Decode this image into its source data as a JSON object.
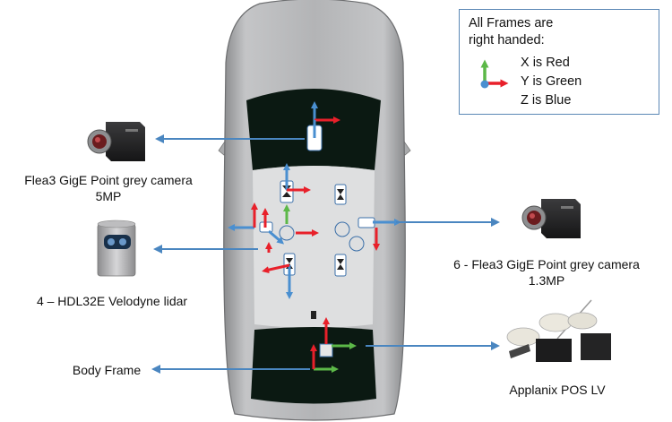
{
  "legend": {
    "title_line1": "All Frames are",
    "title_line2": "right handed:",
    "x_text": "X is Red",
    "y_text": "Y is Green",
    "z_text": "Z is Blue"
  },
  "labels": {
    "flea3_5mp_line1": "Flea3 GigE Point grey camera",
    "flea3_5mp_line2": "5MP",
    "lidar": "4 – HDL32E Velodyne lidar",
    "body_frame": "Body Frame",
    "flea3_13mp_line1": "6 - Flea3 GigE Point grey camera",
    "flea3_13mp_line2": "1.3MP",
    "applanix": "Applanix POS LV"
  },
  "colors": {
    "x_axis": "#e8202a",
    "y_axis": "#5cb848",
    "z_axis": "#4a8fd0",
    "leader_arrow": "#4a86c0",
    "car_body": "#b0b1b3",
    "glass": "#0b1912",
    "legend_border": "#5b88b5"
  }
}
